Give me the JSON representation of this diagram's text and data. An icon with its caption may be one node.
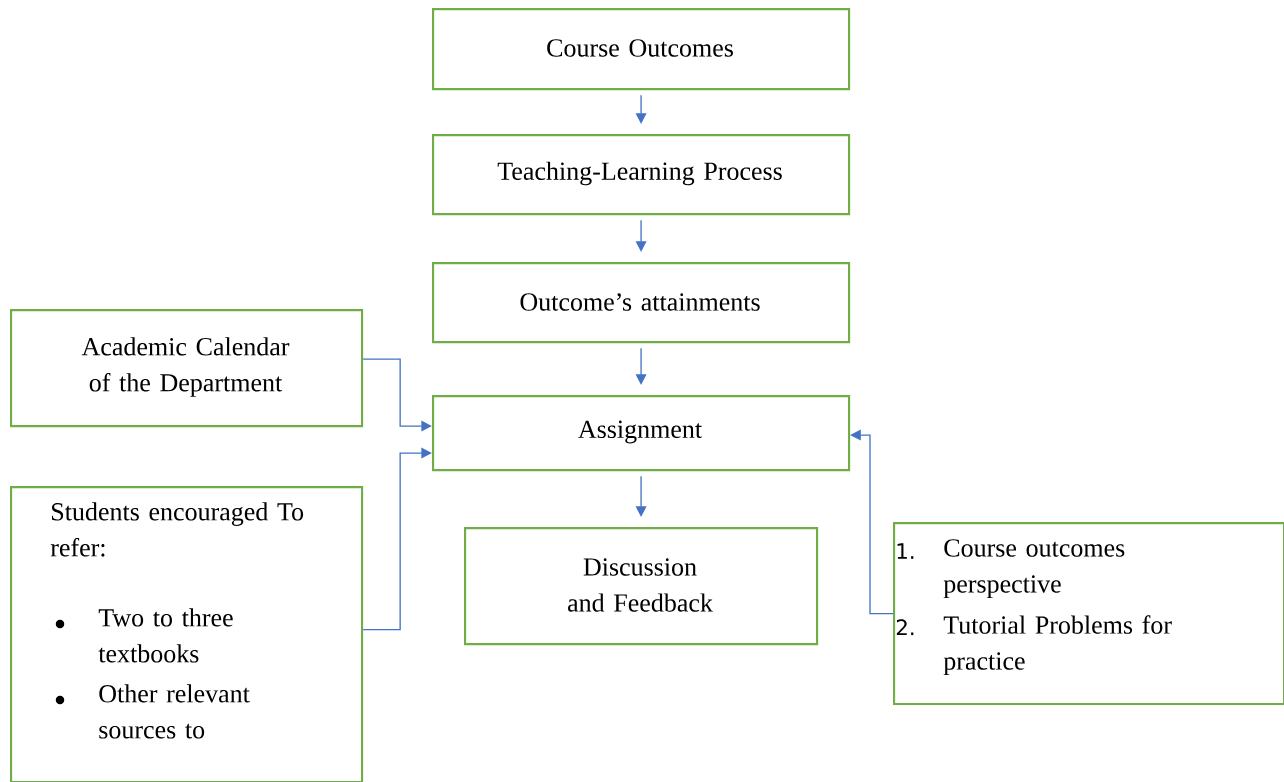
{
  "diagram": {
    "nodes": [
      {
        "text": [
          "Course Outcomes"
        ]
      },
      {
        "text": [
          "Teaching-Learning Process"
        ]
      },
      {
        "text": [
          "Outcome’s attainments"
        ]
      },
      {
        "text": [
          "Academic Calendar of the Department"
        ]
      },
      {
        "text": [
          "Assignment"
        ]
      },
      {
        "text": [
          "Students encouraged To refer:",
          "Two to three textbooks",
          "Other relevant sources to"
        ]
      },
      {
        "text": [
          "Discussion and Feedback"
        ]
      },
      {
        "text": [
          "Course outcomes perspective",
          "Tutorial Problems for practice"
        ]
      }
    ],
    "edges": [
      {
        "from": 0,
        "to": 1,
        "arrow": "to"
      },
      {
        "from": 1,
        "to": 2,
        "arrow": "to"
      },
      {
        "from": 2,
        "to": 4,
        "arrow": "to"
      },
      {
        "from": 3,
        "to": 4,
        "arrow": "to"
      },
      {
        "from": 5,
        "to": 4,
        "arrow": "to"
      },
      {
        "from": 7,
        "to": 4,
        "arrow": "to"
      },
      {
        "from": 4,
        "to": 6,
        "arrow": "to"
      }
    ],
    "labels": [
      "1.",
      "2."
    ]
  }
}
